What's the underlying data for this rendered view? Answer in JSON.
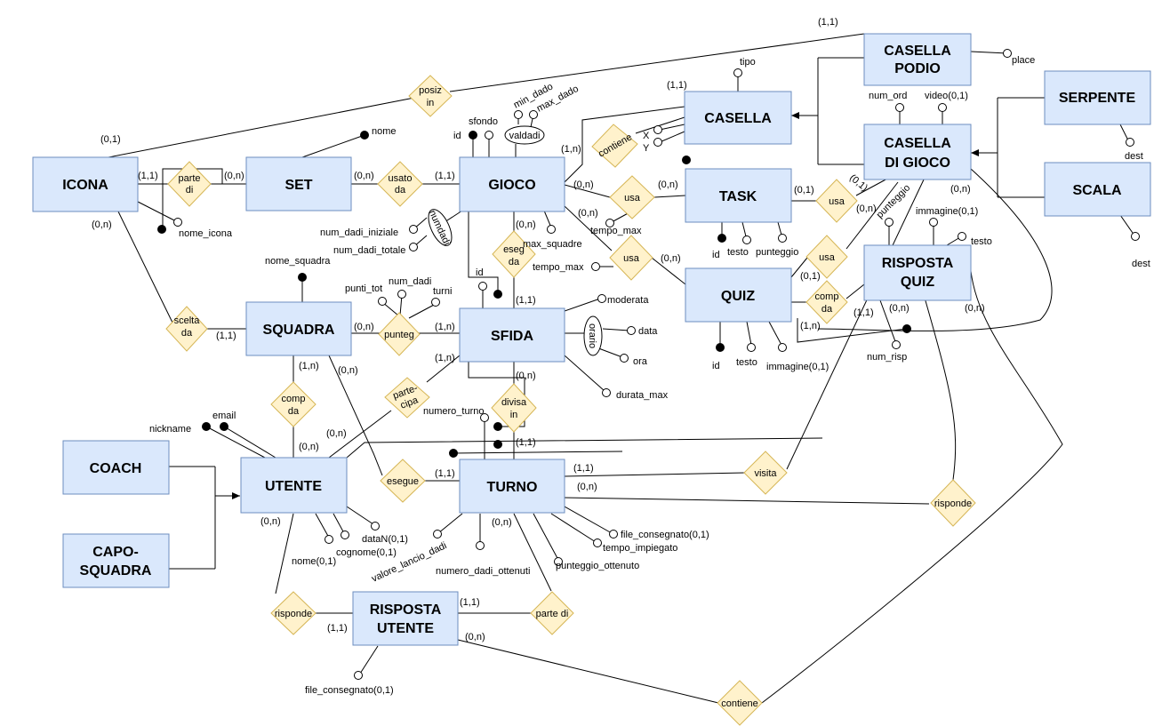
{
  "entities": {
    "icona": "ICONA",
    "set": "SET",
    "gioco": "GIOCO",
    "casella": "CASELLA",
    "casella_podio": [
      "CASELLA",
      "PODIO"
    ],
    "casella_gioco": [
      "CASELLA",
      "DI GIOCO"
    ],
    "serpente": "SERPENTE",
    "scala": "SCALA",
    "task": "TASK",
    "quiz": "QUIZ",
    "risposta_quiz": [
      "RISPOSTA",
      "QUIZ"
    ],
    "squadra": "SQUADRA",
    "sfida": "SFIDA",
    "coach": "COACH",
    "capo_squadra": [
      "CAPO-",
      "SQUADRA"
    ],
    "utente": "UTENTE",
    "turno": "TURNO",
    "risposta_utente": [
      "RISPOSTA",
      "UTENTE"
    ]
  },
  "relationships": {
    "posiz_in": [
      "posiz",
      "in"
    ],
    "parte_di_icona": [
      "parte",
      "di"
    ],
    "usato_da": [
      "usato",
      "da"
    ],
    "contiene_casella": "contiene",
    "usa_task": "usa",
    "usa_quiz": "usa",
    "usa_casella_task": "usa",
    "usa_casella_quiz": "usa",
    "compda_quiz": [
      "comp",
      "da"
    ],
    "esegda": [
      "eseg",
      "da"
    ],
    "scelta_da": [
      "scelta",
      "da"
    ],
    "punteg": "punteg",
    "compda_squadra": [
      "comp",
      "da"
    ],
    "partecipa": [
      "parte-",
      "cipa"
    ],
    "divisa_in": [
      "divisa",
      "in"
    ],
    "esegue": "esegue",
    "visita": "visita",
    "risponde_quiz": "risponde",
    "risponde_utente": "risponde",
    "parte_di_turno": "parte di",
    "contiene_bottom": "contiene"
  },
  "composites": {
    "valdadi": "valdadi",
    "numdadi": "numdadi",
    "orario": "orario"
  },
  "attributes": {
    "nome": "nome",
    "nome_icona": "nome_icona",
    "id_gioco": "id",
    "sfondo": "sfondo",
    "min_dado": "min_dado",
    "max_dado": "max_dado",
    "num_dadi_iniziale": "num_dadi_iniziale",
    "num_dadi_totale": "num_dadi_totale",
    "max_squadre": "max_squadre",
    "tipo": "tipo",
    "x": "X",
    "y": "Y",
    "place": "place",
    "num_ord": "num_ord",
    "video": "video(0,1)",
    "dest_serpente": "dest",
    "dest_scala": "dest",
    "tempo_max_task": "tempo_max",
    "tempo_max_quiz": "tempo_max",
    "id_task": "id",
    "testo_task": "testo",
    "punteggio_task": "punteggio",
    "id_quiz": "id",
    "testo_quiz": "testo",
    "immagine_quiz": "immagine(0,1)",
    "punteggio_rq": "punteggio",
    "immagine_rq": "immagine(0,1)",
    "testo_rq": "testo",
    "num_risp": "num_risp",
    "nome_squadra": "nome_squadra",
    "punti_tot": "punti_tot",
    "num_dadi": "num_dadi",
    "turni": "turni",
    "id_sfida": "id",
    "moderata": "moderata",
    "data": "data",
    "ora": "ora",
    "durata_max": "durata_max",
    "numero_turno": "numero_turno",
    "nickname": "nickname",
    "email": "email",
    "nome_utente": "nome(0,1)",
    "cognome": "cognome(0,1)",
    "datan": "dataN(0,1)",
    "valore_lancio_dadi": "valore_lancio_dadi",
    "numero_dadi_ottenuti": "numero_dadi_ottenuti",
    "punteggio_ottenuto": "punteggio_ottenuto",
    "tempo_impiegato": "tempo_impiegato",
    "file_consegnato_turno": "file_consegnato(0,1)",
    "file_consegnato_ru": "file_consegnato(0,1)"
  },
  "cardinalities": {
    "posiz_icona": "(0,1)",
    "posiz_podio": "(1,1)",
    "icona_parte": "(1,1)",
    "set_parte": "(0,n)",
    "set_usato": "(0,n)",
    "gioco_usato": "(1,1)",
    "gioco_contiene": "(1,n)",
    "casella_contiene": "(1,1)",
    "gioco_usatask": "(0,n)",
    "task_usa": "(0,n)",
    "gioco_usaquiz": "(0,n)",
    "quiz_usa": "(0,n)",
    "task_usacas": "(0,1)",
    "cas_usatask": "(0,1)",
    "cas_usaquiz": "(0,n)",
    "quiz_usacas": "(0,1)",
    "cas_visita": "(0,n)",
    "gioco_eseg": "(0,n)",
    "sfida_eseg": "(1,1)",
    "icona_scelta": "(0,n)",
    "squadra_scelta": "(1,1)",
    "squadra_punteg": "(0,n)",
    "sfida_punteg": "(1,n)",
    "sfida_partecipa": "(1,n)",
    "squadra_compda": "(1,n)",
    "utente_compda": "(0,n)",
    "squadra_esegue": "(0,n)",
    "utente_turno": "(0,n)",
    "sfida_divisa": "(0,n)",
    "turno_divisa": "(1,1)",
    "turno_esegue": "(1,1)",
    "turno_visita": "(1,1)",
    "turno_risponde": "(0,n)",
    "rq_risponde": "(0,n)",
    "quiz_compda": "(1,n)",
    "rq_compda": "(1,1)",
    "rq_contiene": "(0,n)",
    "rq_bottom": "(0,n)",
    "utente_risponde": "(0,n)",
    "ru_risponde": "(1,1)",
    "ru_partedi": "(1,1)",
    "turno_partedi": "(0,n)",
    "ru_contiene": "(0,n)"
  }
}
